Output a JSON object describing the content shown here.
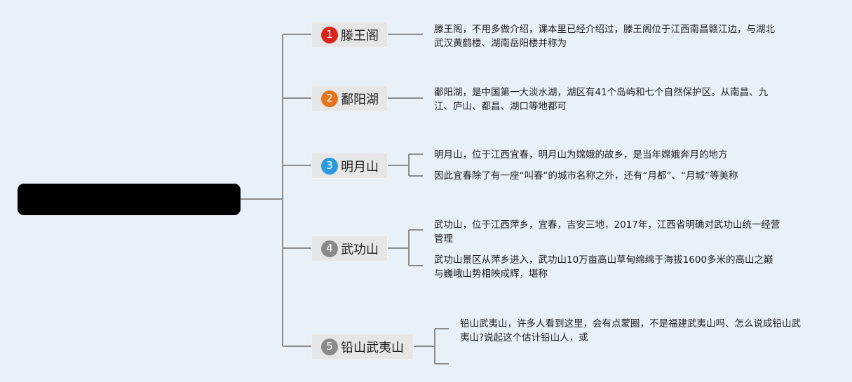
{
  "root": {
    "label": ""
  },
  "topics": [
    {
      "number": "1",
      "label": "滕王阁",
      "badge_color": "#d9261c",
      "notes": [
        "滕王阁，不用多做介绍，课本里已经介绍过，滕王阁位于江西南昌赣江边，与湖北武汉黄鹤楼、湖南岳阳楼并称为"
      ]
    },
    {
      "number": "2",
      "label": "鄱阳湖",
      "badge_color": "#e8731d",
      "notes": [
        "鄱阳湖，是中国第一大淡水湖，湖区有41个岛屿和七个自然保护区。从南昌、九江、庐山、都昌、湖口等地都可"
      ]
    },
    {
      "number": "3",
      "label": "明月山",
      "badge_color": "#2b9be0",
      "notes": [
        "明月山，位于江西宜春，明月山为嫦娥的故乡，是当年嫦娥奔月的地方",
        "因此宜春除了有一座“叫春”的城市名称之外，还有“月都”、“月城”等美称"
      ]
    },
    {
      "number": "4",
      "label": "武功山",
      "badge_color": "#8a8a8a",
      "notes": [
        "武功山，位于江西萍乡，宜春，吉安三地，2017年，江西省明确对武功山统一经营管理",
        "武功山景区从萍乡进入，武功山10万亩高山草甸绵绵于海拔1600多米的高山之巅与巍峨山势相映成辉，堪称"
      ]
    },
    {
      "number": "5",
      "label": "铅山武夷山",
      "badge_color": "#8a8a8a",
      "notes": [
        "铅山武夷山，许多人看到这里，会有点蒙圈，不是福建武夷山吗、怎么说成铅山武夷山?说起这个估计铅山人，或",
        ""
      ]
    }
  ]
}
